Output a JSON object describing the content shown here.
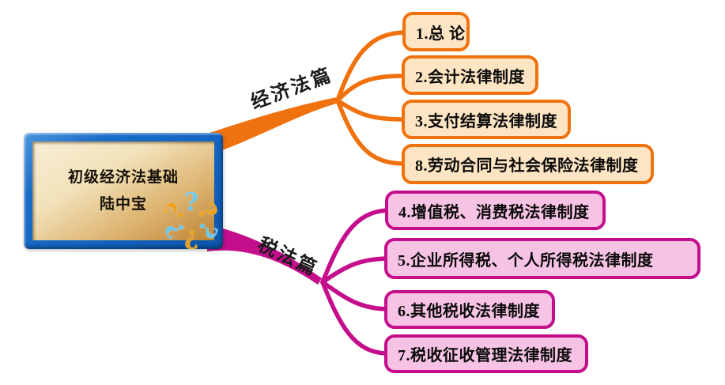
{
  "center": {
    "title": "初级经济法基础",
    "subtitle": "陆中宝",
    "icon": {
      "name": "question-marks-cluster",
      "glyph": "?",
      "colors": {
        "blue": "#6ec6e8",
        "orange": "#eda01b"
      }
    },
    "frame_color": "#1265c2",
    "panel_color": "#e8cf9a"
  },
  "branches": [
    {
      "label": "经济法篇",
      "color": "#f0720e",
      "fill": "#fde4c2",
      "children": [
        "1.总 论",
        "2.会计法律制度",
        "3.支付结算法律制度",
        "8.劳动合同与社会保险法律制度"
      ]
    },
    {
      "label": "税法篇",
      "color": "#c40e8c",
      "fill": "#f6c3e5",
      "children": [
        "4.增值税、消费税法律制度",
        "5.企业所得税、个人所得税法律制度",
        "6.其他税收法律制度",
        "7.税收征收管理法律制度"
      ]
    }
  ]
}
